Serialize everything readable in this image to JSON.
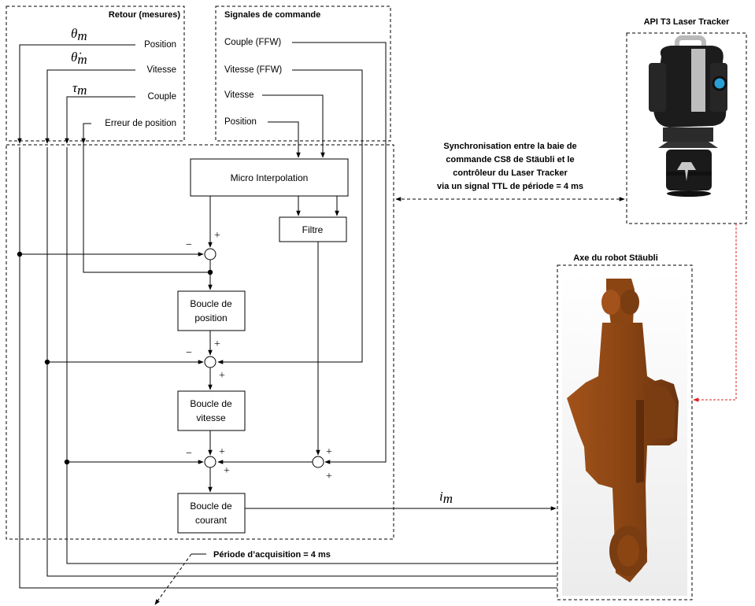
{
  "feedback": {
    "title": "Retour (mesures)",
    "theta_symbol": "θ",
    "theta_dot_symbol": "θ̇",
    "tau_symbol": "τ",
    "subscript": "m",
    "position": "Position",
    "vitesse": "Vitesse",
    "couple": "Couple",
    "erreur": "Erreur de position"
  },
  "commands": {
    "title": "Signales de commande",
    "couple_ffw": "Couple (FFW)",
    "vitesse_ffw": "Vitesse (FFW)",
    "vitesse": "Vitesse",
    "position": "Position"
  },
  "blocks": {
    "micro_interpolation": "Micro Interpolation",
    "filtre": "Filtre",
    "position_loop_1": "Boucle de",
    "position_loop_2": "position",
    "speed_loop_1": "Boucle de",
    "speed_loop_2": "vitesse",
    "current_loop_1": "Boucle de",
    "current_loop_2": "courant"
  },
  "signs": {
    "plus": "+",
    "minus": "−"
  },
  "current_output": {
    "symbol": "i",
    "subscript": "m"
  },
  "tracker": {
    "title": "API T3 Laser Tracker"
  },
  "sync_note": {
    "line1": "Synchronisation entre la baie de",
    "line2": "commande CS8 de Stäubli et le",
    "line3": "contrôleur du Laser Tracker",
    "line4": "via un signal TTL de période = 4 ms"
  },
  "robot": {
    "title": "Axe du robot Stäubli"
  },
  "acquisition": {
    "label": "Période d’acquisition = 4 ms"
  },
  "colors": {
    "robot_body": "#8b4513",
    "robot_shadow": "#5e2c0b",
    "tracker_body": "#1c1c1c",
    "tracker_handle": "#b9b9b9",
    "tracker_lens": "#2a9fd6",
    "sync_link": "#e02020"
  }
}
